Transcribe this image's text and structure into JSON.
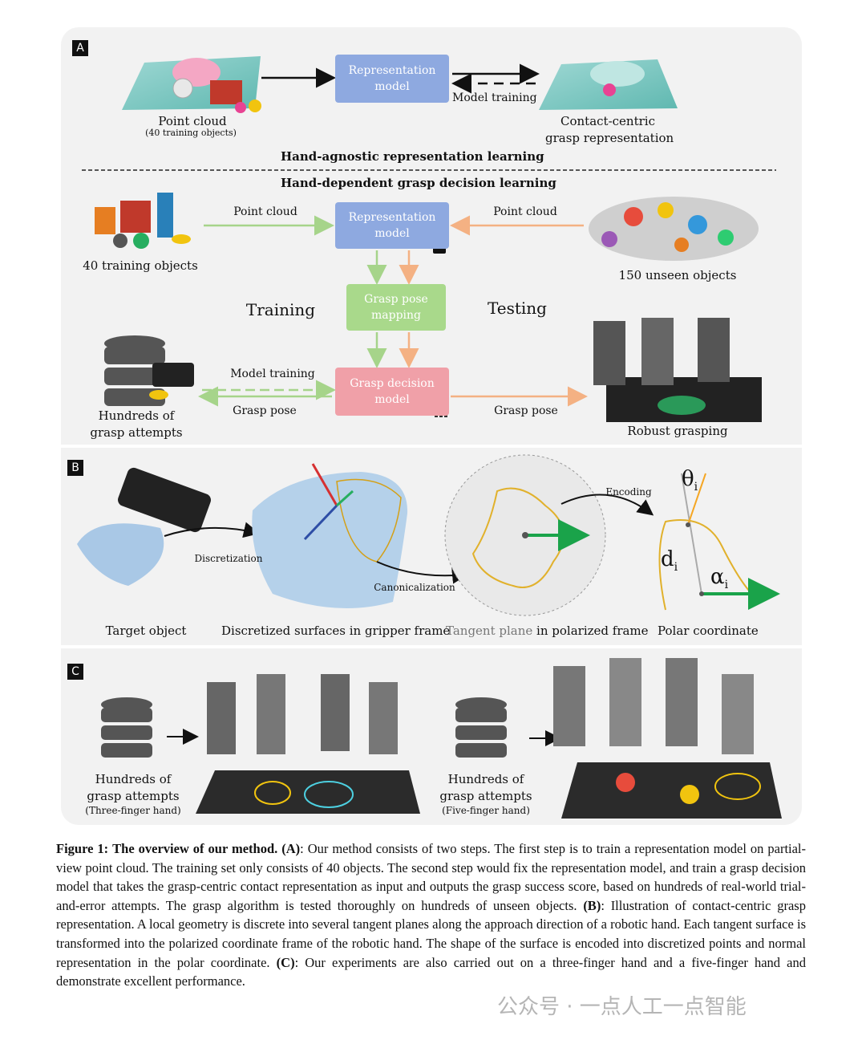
{
  "panel_a": {
    "label": "A",
    "top": {
      "point_cloud": "Point cloud",
      "point_cloud_sub": "(40 training objects)",
      "rep_model": "Representation model",
      "model_training": "Model training",
      "contact_centric_1": "Contact-centric",
      "contact_centric_2": "grasp representation",
      "section_title_1": "Hand-agnostic representation learning"
    },
    "bottom": {
      "section_title_2": "Hand-dependent grasp decision learning",
      "training_objects": "40 training objects",
      "point_cloud_left": "Point cloud",
      "point_cloud_right": "Point cloud",
      "rep_model": "Representation model",
      "unseen_objects": "150 unseen objects",
      "training": "Training",
      "testing": "Testing",
      "grasp_pose_mapping": "Grasp pose mapping",
      "model_training": "Model training",
      "grasp_decision_model": "Grasp decision model",
      "grasp_pose_left": "Grasp pose",
      "grasp_pose_right": "Grasp pose",
      "hundreds_1": "Hundreds of",
      "hundreds_2": "grasp attempts",
      "robust_grasping": "Robust grasping"
    }
  },
  "panel_b": {
    "label": "B",
    "discretization": "Discretization",
    "canonicalization": "Canonicalization",
    "encoding": "Encoding",
    "theta": "θ",
    "theta_sub": "i",
    "d": "d",
    "d_sub": "i",
    "alpha": "α",
    "alpha_sub": "i",
    "target_object": "Target object",
    "discretized_surfaces": "Discretized surfaces in gripper frame",
    "tangent_plane": "Tangent plane",
    "in_polarized": "in polarized frame",
    "polar_coordinate": "Polar coordinate"
  },
  "panel_c": {
    "label": "C",
    "left_1": "Hundreds of",
    "left_2": "grasp attempts",
    "left_3": "(Three-finger hand)",
    "right_1": "Hundreds of",
    "right_2": "grasp attempts",
    "right_3": "(Five-finger hand)"
  },
  "caption": {
    "fig": "Figure 1:",
    "title": "The overview of our method.",
    "a_tag": "(A)",
    "a_text": ": Our method consists of two steps. The first step is to train a representation model on partial-view point cloud. The training set only consists of 40 objects. The second step would fix the representation model, and train a grasp decision model that takes the grasp-centric contact representation as input and outputs the grasp success score, based on hundreds of real-world trial-and-error attempts. The grasp algorithm is tested thoroughly on hundreds of unseen objects.",
    "b_tag": "(B)",
    "b_text": ": Illustration of contact-centric grasp representation. A local geometry is discrete into several tangent planes along the approach direction of a robotic hand. Each tangent surface is transformed into the polarized coordinate frame of the robotic hand. The shape of the surface is encoded into discretized points and normal representation in the polar coordinate.",
    "c_tag": "(C)",
    "c_text": ": Our experiments are also carried out on a three-finger hand and a five-finger hand and demonstrate excellent performance."
  },
  "watermark": "公众号 · 一点人工一点智能",
  "colors": {
    "rep_blue": "#8ea9e0",
    "grasp_green": "#a9d98b",
    "decision_pink": "#f0a0a8",
    "arrow_green": "#a6d48a",
    "arrow_orange": "#f4b183",
    "panel_bg": "#f2f2f2"
  }
}
